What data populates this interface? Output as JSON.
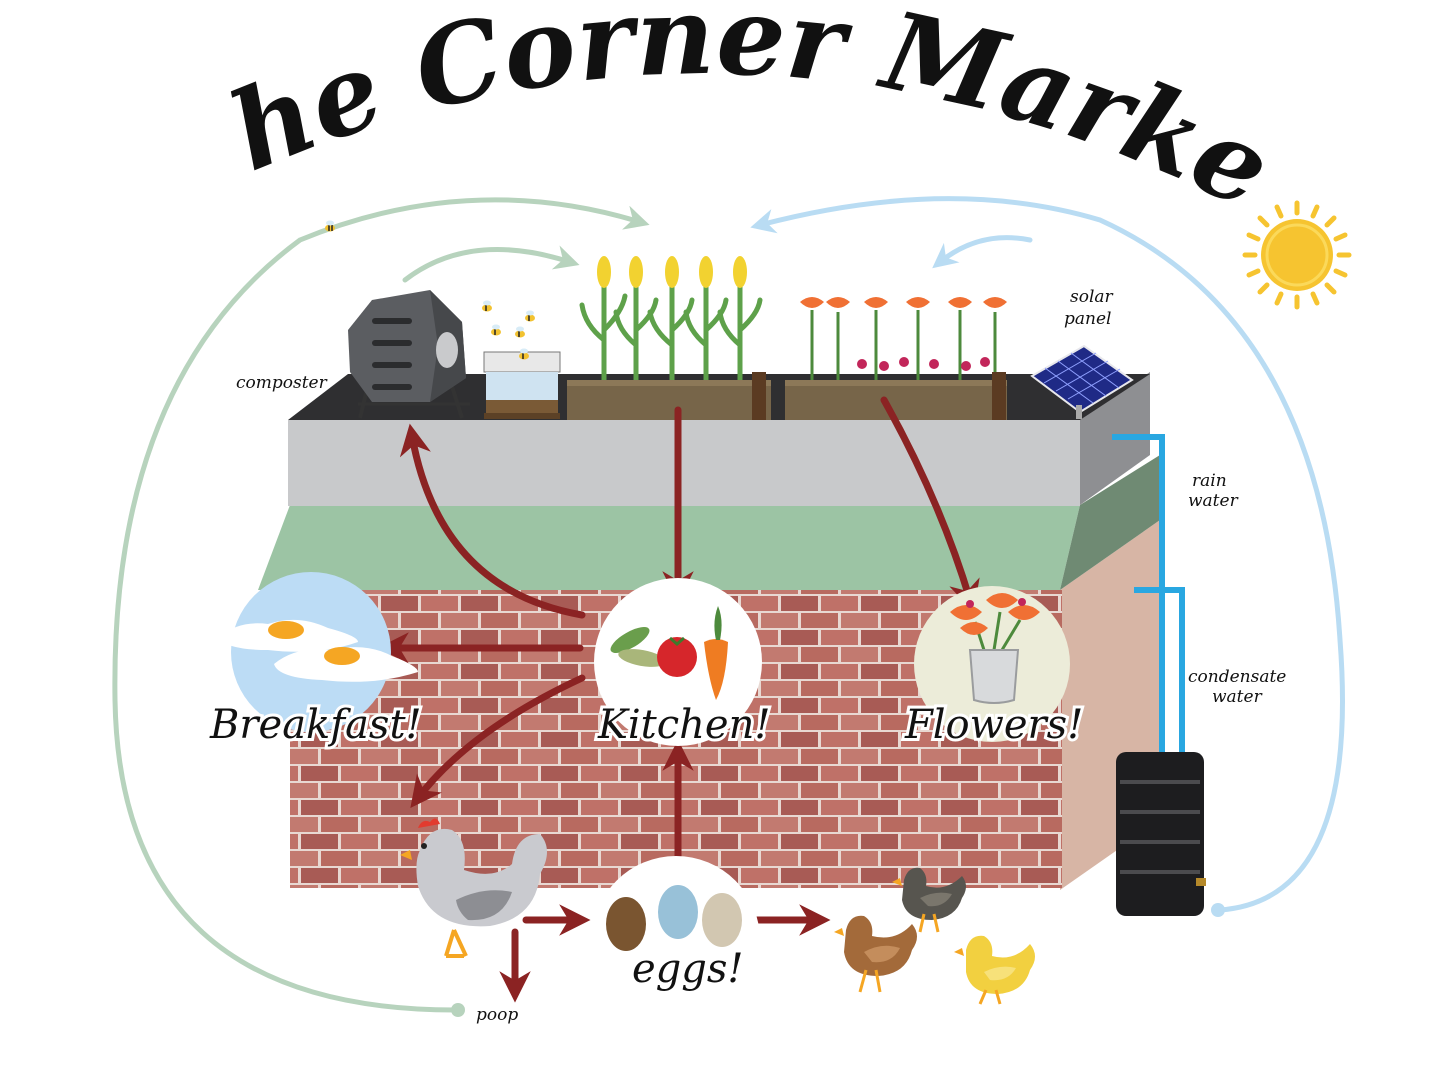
{
  "title": "The Corner Market",
  "nodes": {
    "kitchen": "Kitchen!",
    "breakfast": "Breakfast!",
    "flowers": "Flowers!",
    "eggs": "eggs!"
  },
  "labels": {
    "composter": "composter",
    "solar_panel_line1": "solar",
    "solar_panel_line2": "panel",
    "rain_water_line1": "rain",
    "rain_water_line2": "water",
    "condensate_line1": "condensate",
    "condensate_line2": "water",
    "poop": "poop"
  },
  "colors": {
    "flow_arrow": "#8b2323",
    "green_loop": "#b7d3bd",
    "blue_loop": "#b9dcf3",
    "sun": "#f6c430",
    "water_pipe": "#29a7e1",
    "brick": "#b5645c",
    "roof_green": "#9cc4a4",
    "parapet_gray": "#c8c9cb"
  },
  "icons": [
    "sun-icon",
    "bee-icon",
    "composter-icon",
    "beehive-icon",
    "corn-icon",
    "flower-icon",
    "solar-panel-icon",
    "rain-barrel-icon",
    "hen-icon",
    "chick-icon",
    "egg-icon",
    "tomato-icon",
    "carrot-icon"
  ]
}
